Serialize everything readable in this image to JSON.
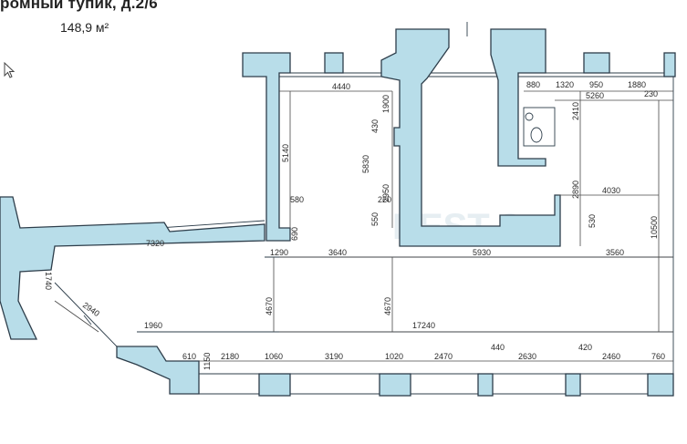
{
  "header": {
    "title": "ромный тупик, д.2/6",
    "area": "148,9 м²"
  },
  "watermark": "BEST 2",
  "dimensions": {
    "top_4440": "4440",
    "top_880": "880",
    "top_1320": "1320",
    "top_950": "950",
    "top_1880": "1880",
    "top_5260": "5260",
    "top_230": "230",
    "v_1900": "1900",
    "v_430": "430",
    "v_5830": "5830",
    "v_5140": "5140",
    "v_2410": "2410",
    "v_2950": "2950",
    "v_2890": "2890",
    "v_580": "580",
    "v_220": "220",
    "v_690": "690",
    "v_550": "550",
    "v_530": "530",
    "v_10500": "10500",
    "h_4030": "4030",
    "h_7320": "7320",
    "h_1290": "1290",
    "h_3640": "3640",
    "h_5930": "5930",
    "h_3560": "3560",
    "v_4670a": "4670",
    "v_4670b": "4670",
    "v_1740": "1740",
    "d_2940": "2940",
    "h_1960": "1960",
    "h_17240": "17240",
    "b_610": "610",
    "b_1150": "1150",
    "b_2180": "2180",
    "b_1060": "1060",
    "b_3190": "3190",
    "b_1020": "1020",
    "b_2470": "2470",
    "b_440": "440",
    "b_2630": "2630",
    "b_420": "420",
    "b_2460": "2460",
    "b_760": "760"
  },
  "colors": {
    "wall_fill": "#b8dde9",
    "wall_stroke": "#2d3d4a"
  }
}
